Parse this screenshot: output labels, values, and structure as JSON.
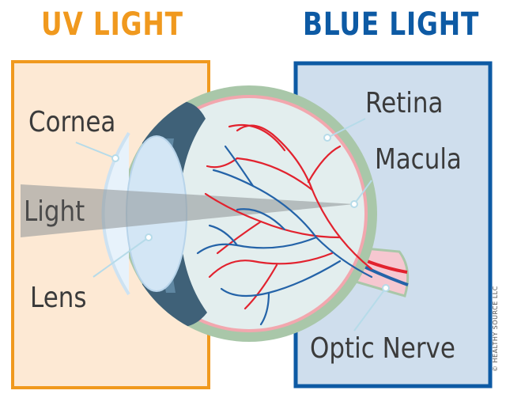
{
  "headings": {
    "uv": "UV LIGHT",
    "blue": "BLUE LIGHT"
  },
  "labels": {
    "cornea": "Cornea",
    "light": "Light",
    "lens": "Lens",
    "retina": "Retina",
    "macula": "Macula",
    "optic_nerve": "Optic Nerve"
  },
  "credit": "© HEALTHY SOURCE LLC",
  "colors": {
    "uv_accent": "#f0991e",
    "uv_fill": "#fde9d4",
    "blue_accent": "#0d5aa4",
    "blue_fill": "#cfdeed",
    "eye_wall": "#a9c7a9",
    "iris": "#3f6178",
    "artery": "#e2222e",
    "vein": "#2463a8",
    "optic_nerve": "#f6c7d0"
  }
}
